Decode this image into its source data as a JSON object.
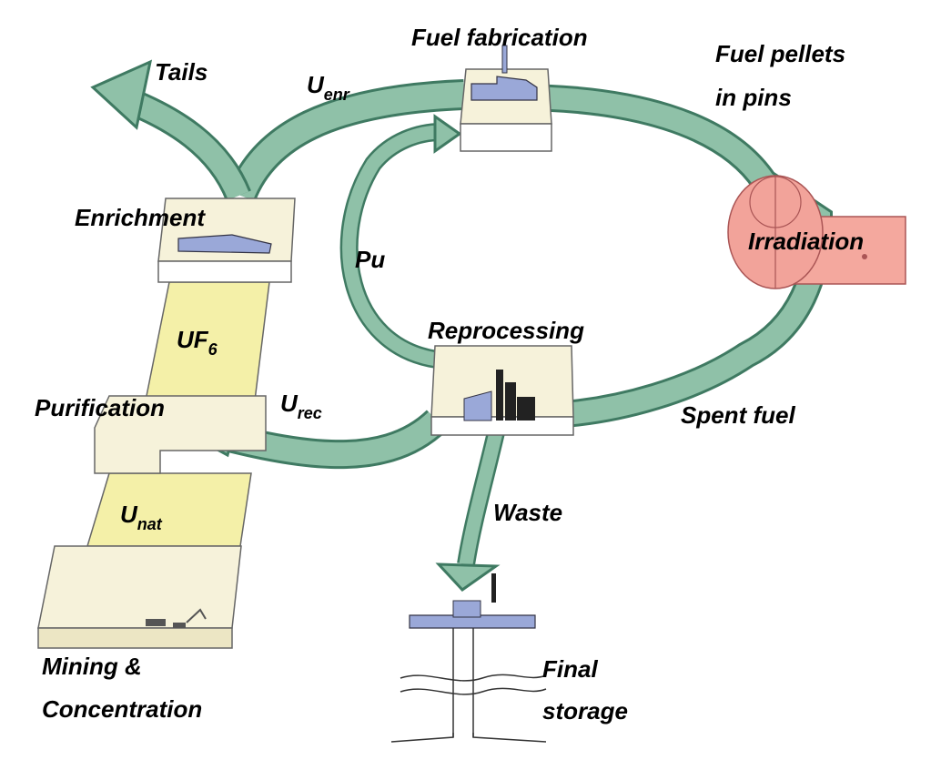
{
  "labels": {
    "fuel_fabrication": "Fuel fabrication",
    "fuel_pellets_line1": "Fuel pellets",
    "fuel_pellets_line2": "in pins",
    "tails": "Tails",
    "u_enr_main": "U",
    "u_enr_sub": "enr",
    "enrichment": "Enrichment",
    "irradiation": "Irradiation",
    "pu": "Pu",
    "uf6_main": "UF",
    "uf6_sub": "6",
    "reprocessing": "Reprocessing",
    "purification": "Purification",
    "u_rec_main": "U",
    "u_rec_sub": "rec",
    "spent_fuel": "Spent fuel",
    "waste": "Waste",
    "u_nat_main": "U",
    "u_nat_sub": "nat",
    "mining_line1": "Mining &",
    "mining_line2": "Concentration",
    "final_storage_line1": "Final",
    "final_storage_line2": "storage"
  },
  "colors": {
    "arrow_green": "#7fb59c",
    "arrow_dark": "#3f7a62",
    "block_cream": "#f6f2da",
    "block_yellow": "#f4f0a8",
    "building_blue": "#9aa8d8",
    "reactor_red": "#f2a39a"
  }
}
